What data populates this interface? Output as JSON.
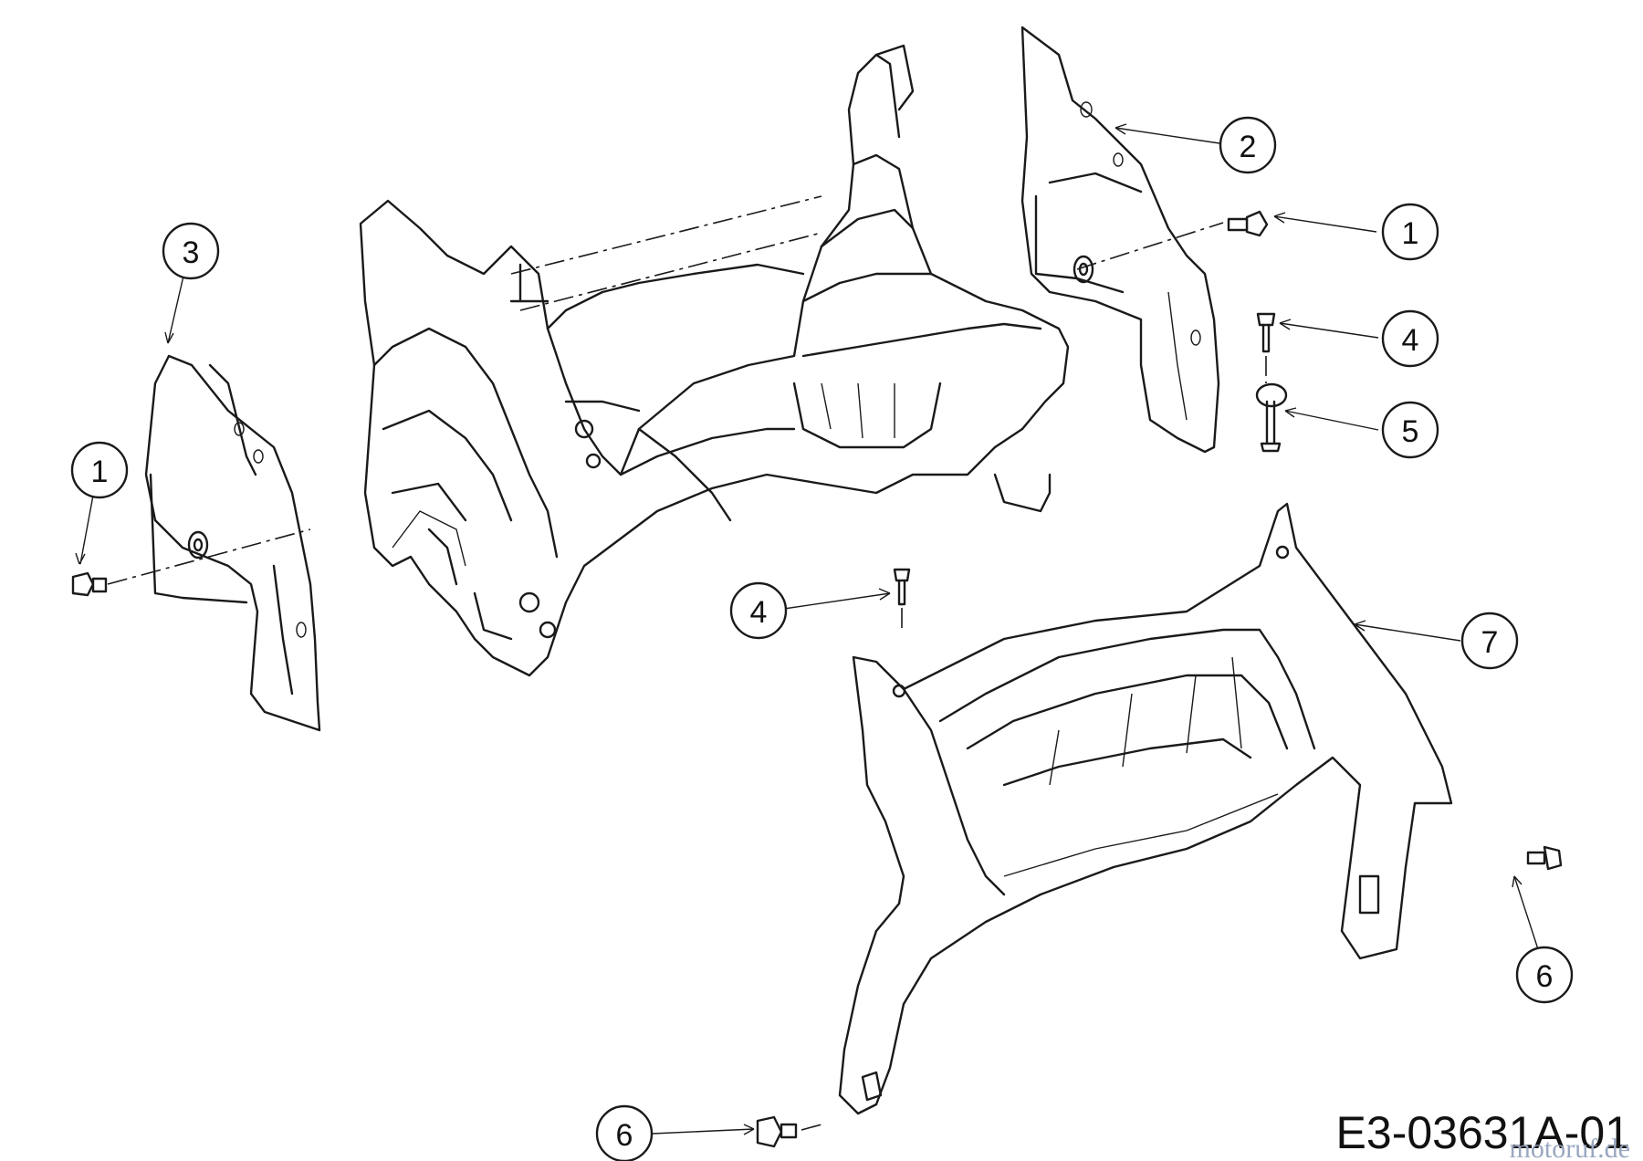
{
  "diagram": {
    "drawing_code": "E3-03631A-01",
    "watermark": "motoruf.de",
    "callouts": [
      {
        "id": "c1a",
        "label": "1"
      },
      {
        "id": "c1b",
        "label": "1"
      },
      {
        "id": "c2",
        "label": "2"
      },
      {
        "id": "c3",
        "label": "3"
      },
      {
        "id": "c4a",
        "label": "4"
      },
      {
        "id": "c4b",
        "label": "4"
      },
      {
        "id": "c5",
        "label": "5"
      },
      {
        "id": "c6a",
        "label": "6"
      },
      {
        "id": "c6b",
        "label": "6"
      },
      {
        "id": "c7",
        "label": "7"
      }
    ]
  }
}
